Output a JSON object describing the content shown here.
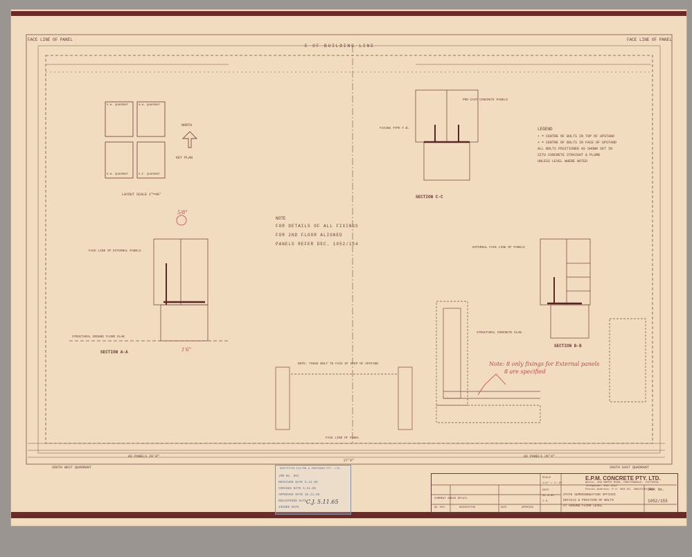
{
  "drawing": {
    "top_notes": {
      "face_line_left": "FACE LINE OF PANEL",
      "building_line": "E OF BUILDING LINE",
      "face_line_right": "FACE LINE OF PANEL"
    },
    "plan": {
      "quadrants": [
        "S.W. QUADRANT",
        "N.W. QUADRANT",
        "S.W. QUADRANT",
        "S.E. QUADRANT"
      ],
      "north": "NORTH",
      "key_plan": "KEY PLAN",
      "layout_scale": "LAYOUT SCALE 1\"=40'"
    },
    "note": {
      "title": "NOTE",
      "line1": "FOR DETAILS OF ALL FIXINGS",
      "line2": "FOR 2ND FLOOR ALIGNED",
      "line3": "PANELS REFER DEC. 1052/154"
    },
    "legend": {
      "title": "LEGEND",
      "line1": "• = CENTRE OF BOLTS IN TOP OF UPSTAND",
      "line2": "+ = CENTRE OF BOLTS IN FACE OF UPSTAND",
      "line3": "ALL BOLTS POSITIONED AS SHOWN SET IN",
      "line4": "SITU CONCRETE STRAIGHT & PLUMB",
      "line5": "UNLESS LEVEL WHERE NOTED"
    },
    "section_labels": {
      "aa": "SECTION A-A",
      "bb": "SECTION B-B",
      "cc": "SECTION C-C"
    },
    "callouts": {
      "precast_panel": "PRE-CAST CONCRETE PANELS",
      "fixing_type": "FIXING TYPE F.B.",
      "face_line_external": "FACE LINE OF EXTERNAL PANELS",
      "external_face": "EXTERNAL FACE LINE OF PANELS",
      "structural_slab": "STRUCTURAL GROUND FLOOR SLAB",
      "structural_slab_b": "STRUCTURAL CONCRETE SLAB",
      "bolt_note": "NOTE: THESE BOLT TO FACE OF STEP OF UPSTAND",
      "face_line_panel_bottom": "FACE LINE OF PANEL"
    },
    "dims": {
      "bottom_left": "AS PANELS 28'4\"",
      "bottom_mid": "27'6\"",
      "bottom_right": "AS PANELS 28'4\"",
      "south_west": "SOUTH WEST QUADRANT",
      "south_east": "SOUTH EAST QUADRANT"
    },
    "handwritten": {
      "note_line1": "Note: 8 only fixings for External panels",
      "note_line2": "8 are specified",
      "mark_a": "5/8\"",
      "mark_b": "1'6\""
    },
    "stamp": {
      "heading": "GRIFFITHS FULTON & PARTNERS PTY. LTD.",
      "rows": [
        [
          "JOB No.",
          "852"
        ],
        [
          "RECEIVED",
          "DATE 5.11.65"
        ],
        [
          "CHECKED",
          "DATE 5.11.65"
        ],
        [
          "APPROVED",
          "DATE 15.11.65"
        ],
        [
          "REGISTERED",
          "DATE"
        ],
        [
          "ISSUED",
          "DATE"
        ]
      ],
      "signature": "C.J. 5.11.65"
    },
    "title_block": {
      "company": "E.P.M. CONCRETE PTY. LTD.",
      "address1": "Works: 258 NORTH ROAD, HUNTINGDALE, VICTORIA",
      "address2": "Telephone: 544-7814",
      "address3": "Postal Address: P.O. BOX 55, OAKLEIGH 3166",
      "project1": "STATE SUPERANNUATION OFFICES",
      "project2": "DETAILS & POSITION OF BOLTS",
      "project3": "AT GROUND FLOOR LEVEL",
      "dwg_label": "DRG. No.",
      "dwg_no": "1052/155",
      "scale_label": "SCALE",
      "scale": "1/2\" = 1'-0\"",
      "date_label": "DATE",
      "date": "31.8.65",
      "drawn": "J.D.",
      "rev_row": "COMMENT AREAS DETAIL",
      "col1": "NO. REV.",
      "col2": "DESCRIPTION",
      "col3": "DATE",
      "col4": "APPROVED"
    }
  }
}
